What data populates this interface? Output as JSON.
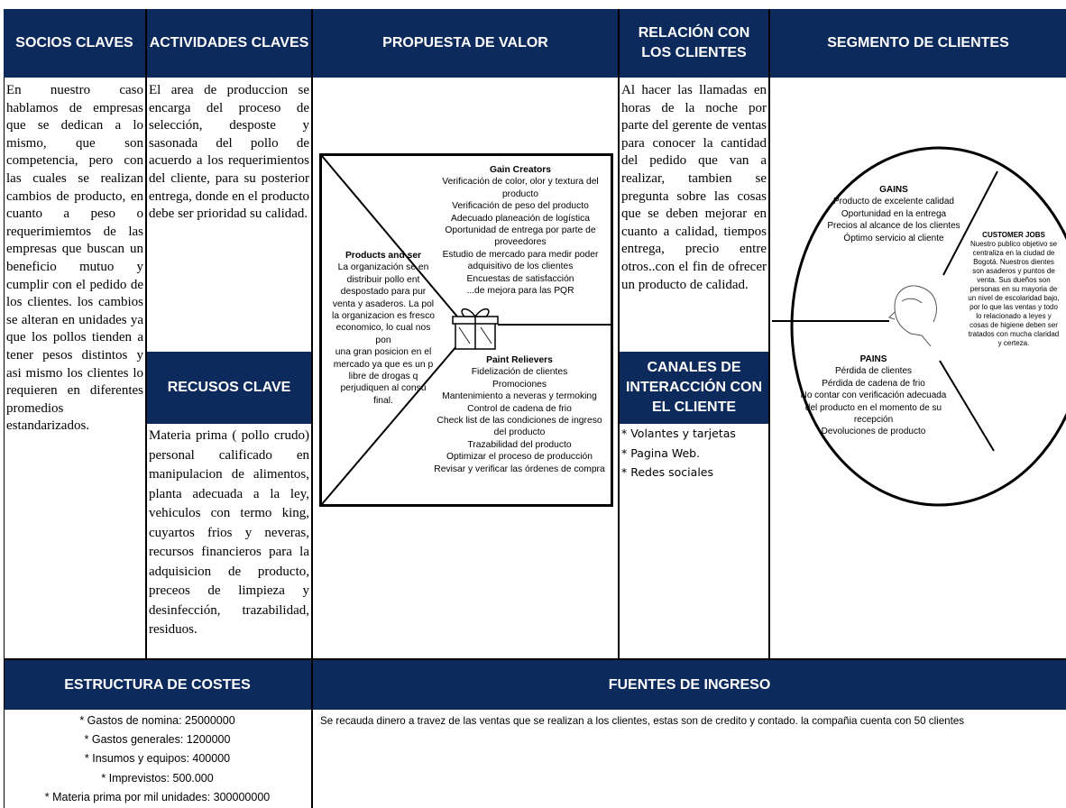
{
  "headers": {
    "socios": "SOCIOS CLAVES",
    "actividades": "ACTIVIDADES CLAVES",
    "propuesta": "PROPUESTA DE VALOR",
    "relacion": "RELACIÓN CON LOS CLIENTES",
    "segmento": "SEGMENTO DE CLIENTES",
    "recursos": "RECUSOS CLAVE",
    "canales": "CANALES DE INTERACCIÓN CON EL CLIENTE",
    "estructura": "ESTRUCTURA DE COSTES",
    "fuentes": "FUENTES DE INGRESO"
  },
  "socios_text": "En nuestro caso hablamos de empresas que se dedican a lo mismo, que son competencia, pero con las cuales se realizan cambios de producto, en cuanto a peso o requerimiemtos de las empresas que buscan un beneficio mutuo y cumplir con el pedido de los clientes. los cambios se alteran en unidades ya que los pollos tienden a tener pesos distintos y asi mismo los clientes lo requieren en diferentes promedios estandarizados.",
  "actividades_text": "El area de produccion se encarga del proceso de selección, desposte y sasonada del pollo de acuerdo a los requerimientos del cliente, para su posterior entrega, donde en el producto debe ser prioridad su calidad.",
  "recursos_text": "Materia prima ( pollo crudo) personal calificado en manipulacion de alimentos, planta adecuada a la ley, vehiculos con termo king, cuyartos frios y neveras, recursos financieros para la adquisicion de producto, preceos de limpieza y desinfección, trazabilidad, residuos.",
  "relacion_text": "Al hacer las llamadas en horas de la noche por parte del gerente de ventas para conocer la cantidad del pedido que van a realizar, tambien se pregunta sobre las cosas que se deben mejorar en cuanto a calidad, tiempos entrega, precio entre otros..con el fin de ofrecer un producto de calidad.",
  "canales_items": [
    "* Volantes y tarjetas",
    "* Pagina Web.",
    "* Redes sociales"
  ],
  "value_map": {
    "gain_title": "Gain Creators",
    "gain_lines": [
      "Verificación de color, olor y textura del",
      "producto",
      "Verificación de peso del producto",
      "Adecuado planeación de logística",
      "Oportunidad de entrega por parte de",
      "proveedores",
      "Estudio de mercado para medir poder",
      "adquisitivo de los clientes",
      "Encuestas de satisfacción",
      "...de mejora para las PQR"
    ],
    "products_title": "Products and ser",
    "products_lines": [
      "La organización se en",
      "distribuir pollo ent",
      "despostado para pur",
      "venta y asaderos. La pol",
      "la organizacion es fresco",
      "economico, lo cual nos pon",
      "una gran posicion en el",
      "mercado ya que es un p",
      "libre de drogas q",
      "perjudiquen al consu",
      "final."
    ],
    "pain_title": "Paint Relievers",
    "pain_lines": [
      "Fidelización de clientes",
      "Promociones",
      "Mantenimiento a neveras y termoking",
      "Control de cadena de frio",
      "Check list de las condiciones de ingreso",
      "del producto",
      "Trazabilidad del producto",
      "Optimizar el proceso de producción",
      "Revisar y verificar las órdenes de compra"
    ]
  },
  "customer_profile": {
    "gains_title": "GAINS",
    "gains_lines": [
      "Producto de excelente calidad",
      "Oportunidad en la entrega",
      "Precios al alcance de los clientes",
      "Óptimo servicio al cliente"
    ],
    "jobs_title": "CUSTOMER JOBS",
    "jobs_lines": [
      "Nuestro publico objetivo se",
      "centraliza en la ciudad de",
      "Bogotá. Nuestros dientes",
      "son asaderos y puntos de",
      "venta. Sus dueños son",
      "personas en su mayoria de",
      "un nivel de escolaridad bajo,",
      "por lo que las ventas y todo",
      "lo relacionado a leyes y",
      "cosas de higiene deben ser",
      "tratados con mucha claridad",
      "y certeza."
    ],
    "pains_title": "PAINS",
    "pains_lines": [
      "Pérdida de clientes",
      "Pérdida de cadena de frio",
      "No contar con verificación adecuada",
      "del producto en el momento de su",
      "recepción",
      "Devoluciones de producto"
    ]
  },
  "costes_items": [
    "*  Gastos de nomina: 25000000",
    "*  Gastos generales: 1200000",
    "*  Insumos y equipos: 400000",
    "*  Imprevistos: 500.000",
    "*  Materia prima por mil unidades: 300000000"
  ],
  "fuentes_text": "Se recauda dinero a travez de las ventas que se realizan a los clientes, estas son de credito y contado. la compañia cuenta con 50 clientes",
  "colors": {
    "header_bg": "#0d2a5c",
    "header_text": "#ffffff"
  },
  "icons": [
    "gift-icon",
    "face-icon"
  ]
}
